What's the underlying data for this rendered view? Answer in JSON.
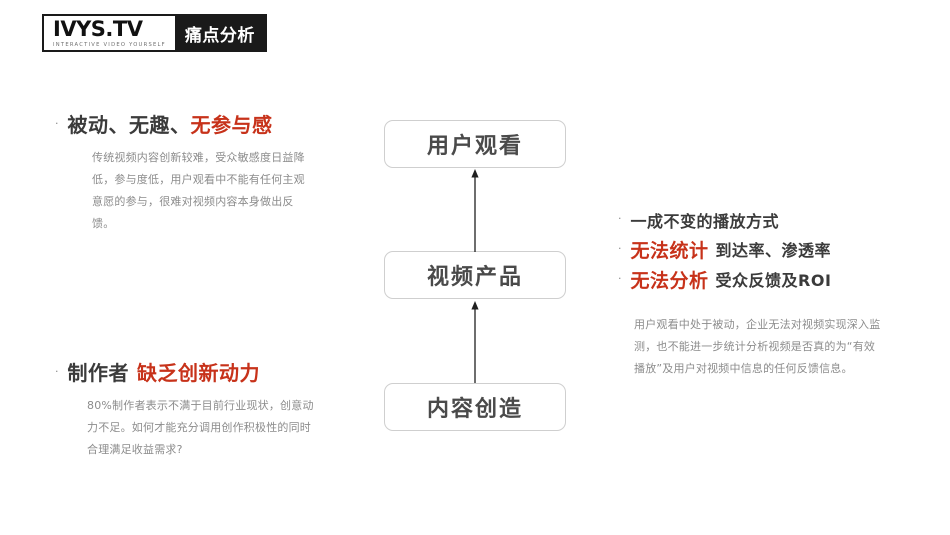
{
  "slide": {
    "background_color": "#ffffff",
    "accent_red": "#c7321a",
    "dark_text": "#3b3b3b",
    "body_gray": "#8c8c8c"
  },
  "header": {
    "logo_wordmark": "IVYS.TV",
    "logo_tagline": "INTERACTIVE VIDEO YOURSELF",
    "title_badge": "痛点分析"
  },
  "left_column": {
    "top_point": {
      "bullet": "·",
      "heading_dark": "被动、无趣、",
      "heading_red": "无参与感",
      "body": "传统视频内容创新较难，受众敏感度日益降低，参与度低，用户观看中不能有任何主观意愿的参与，很难对视频内容本身做出反馈。"
    },
    "bottom_point": {
      "bullet": "·",
      "heading_dark": "制作者",
      "heading_red": "缺乏创新动力",
      "body": "80%制作者表示不满于目前行业现状，创意动力不足。如何才能充分调用创作积极性的同时合理满足收益需求?"
    }
  },
  "flow_chart": {
    "boxes": [
      {
        "label": "用户观看"
      },
      {
        "label": "视频产品"
      },
      {
        "label": "内容创造"
      }
    ],
    "arrows": [
      {
        "direction": "up",
        "from": "视频产品",
        "to": "用户观看"
      },
      {
        "direction": "up",
        "from": "内容创造",
        "to": "视频产品"
      }
    ]
  },
  "right_column": {
    "points": [
      {
        "bullet": "·",
        "heading_dark": "一成不变的播放方式",
        "heading_red": "",
        "heading_trail": ""
      },
      {
        "bullet": "·",
        "heading_dark": "",
        "heading_red": "无法统计",
        "heading_trail": "到达率、渗透率"
      },
      {
        "bullet": "·",
        "heading_dark": "",
        "heading_red": "无法分析",
        "heading_trail": "受众反馈及ROI"
      }
    ],
    "body": "用户观看中处于被动，企业无法对视频实现深入监测，也不能进一步统计分析视频是否真的为“有效播放”及用户对视频中信息的任何反馈信息。"
  }
}
